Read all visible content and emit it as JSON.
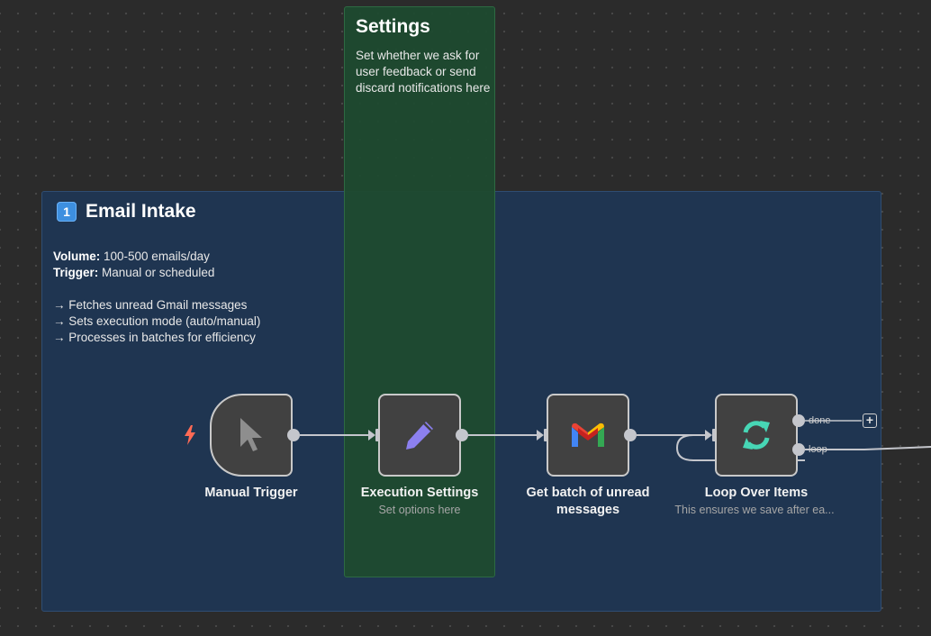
{
  "stickies": {
    "intake": {
      "badge": "1",
      "title": "Email Intake",
      "volume_label": "Volume:",
      "volume_value": " 100-500 emails/day",
      "trigger_label": "Trigger:",
      "trigger_value": " Manual or scheduled",
      "bullets": [
        "→ Fetches unread Gmail messages",
        "→ Sets execution mode (auto/manual)",
        "→ Processes in batches for efficiency"
      ]
    },
    "settings": {
      "title": "Settings",
      "body": "Set whether we ask for user feedback or send discard notifications here"
    }
  },
  "nodes": {
    "manual_trigger": {
      "label": "Manual Trigger",
      "icon": "cursor-icon"
    },
    "execution_settings": {
      "label": "Execution Settings",
      "subtitle": "Set options here",
      "icon": "pencil-icon"
    },
    "get_batch": {
      "label": "Get batch of unread messages",
      "icon": "gmail-icon"
    },
    "loop": {
      "label": "Loop Over Items",
      "subtitle": "This ensures we save after ea...",
      "icon": "refresh-icon"
    }
  },
  "ports": {
    "done": "done",
    "loop": "loop"
  },
  "colors": {
    "canvas": "#2b2b2b",
    "intake_bg": "#1f3551",
    "settings_bg": "#1e4a30",
    "node_bg": "#414141",
    "trigger_bolt": "#ff6a55",
    "pencil": "#8c80f0",
    "refresh": "#47d6b5"
  }
}
